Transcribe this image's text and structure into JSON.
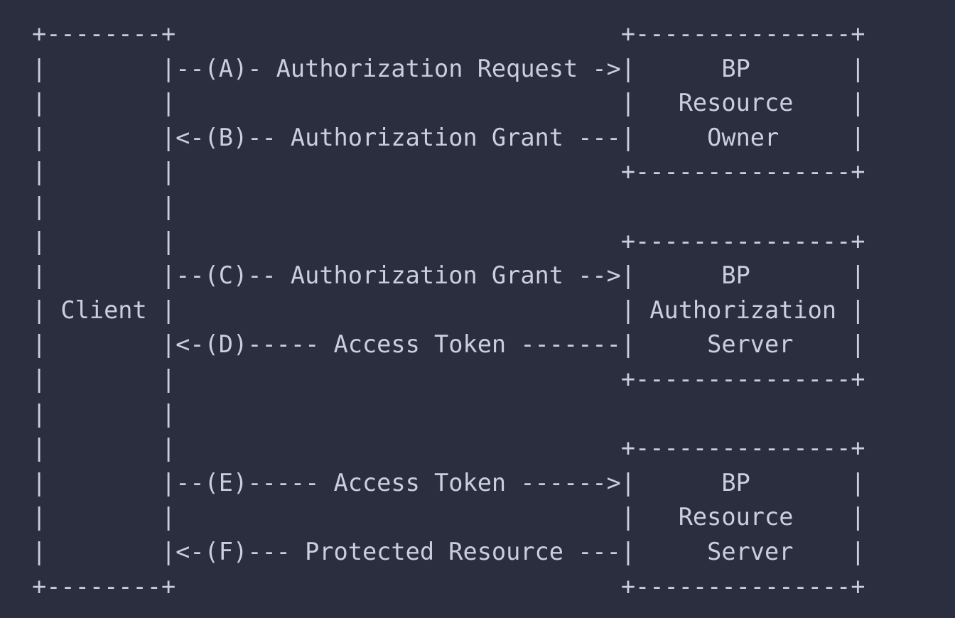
{
  "colors": {
    "background": "#2a2e3e",
    "text": "#c9cfdf"
  },
  "diagram": {
    "lines": [
      "+--------+                               +---------------+",
      "|        |--(A)- Authorization Request ->|      BP       |",
      "|        |                               |   Resource    |",
      "|        |<-(B)-- Authorization Grant ---|     Owner     |",
      "|        |                               +---------------+",
      "|        |",
      "|        |                               +---------------+",
      "|        |--(C)-- Authorization Grant -->|      BP       |",
      "| Client |                               | Authorization |",
      "|        |<-(D)----- Access Token -------|     Server    |",
      "|        |                               +---------------+",
      "|        |",
      "|        |                               +---------------+",
      "|        |--(E)----- Access Token ------>|      BP       |",
      "|        |                               |   Resource    |",
      "|        |<-(F)--- Protected Resource ---|     Server    |",
      "+--------+                               +---------------+"
    ],
    "client_label": "Client",
    "boxes": [
      {
        "title_lines": [
          "BP",
          "Resource",
          "Owner"
        ]
      },
      {
        "title_lines": [
          "BP",
          "Authorization",
          "Server"
        ]
      },
      {
        "title_lines": [
          "BP",
          "Resource",
          "Server"
        ]
      }
    ],
    "steps": [
      {
        "marker": "(A)",
        "label": "Authorization Request",
        "arrow": "->"
      },
      {
        "marker": "(B)",
        "label": "Authorization Grant",
        "arrow": "<-"
      },
      {
        "marker": "(C)",
        "label": "Authorization Grant",
        "arrow": "->"
      },
      {
        "marker": "(D)",
        "label": "Access Token",
        "arrow": "<-"
      },
      {
        "marker": "(E)",
        "label": "Access Token",
        "arrow": "->"
      },
      {
        "marker": "(F)",
        "label": "Protected Resource",
        "arrow": "<-"
      }
    ]
  }
}
